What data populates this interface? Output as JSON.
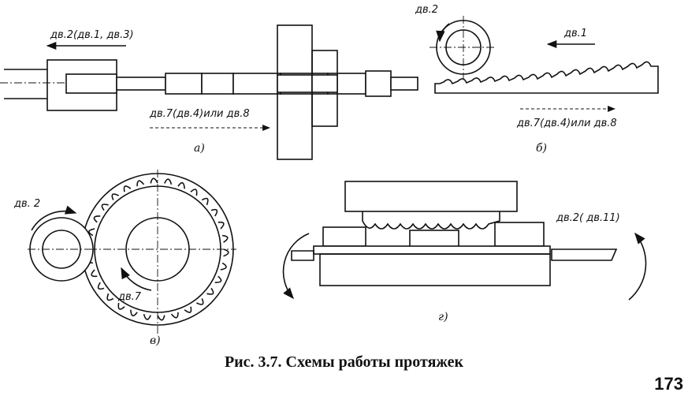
{
  "figure": {
    "caption": "Рис. 3.7. Схемы работы протяжек",
    "page_number": "173",
    "panel_a": {
      "letter": "а)",
      "label_top": "дв.2(дв.1, дв.3)",
      "label_bottom": "дв.7(дв.4)или дв.8"
    },
    "panel_b": {
      "letter": "б)",
      "label_top_left": "дв.2",
      "label_top_right": "дв.1",
      "label_bottom": "дв.7(дв.4)или дв.8"
    },
    "panel_v": {
      "letter": "в)",
      "label_left": "дв. 2",
      "label_inner": "дв.7"
    },
    "panel_g": {
      "letter": "г)",
      "label_right": "дв.2( дв.11)"
    }
  }
}
